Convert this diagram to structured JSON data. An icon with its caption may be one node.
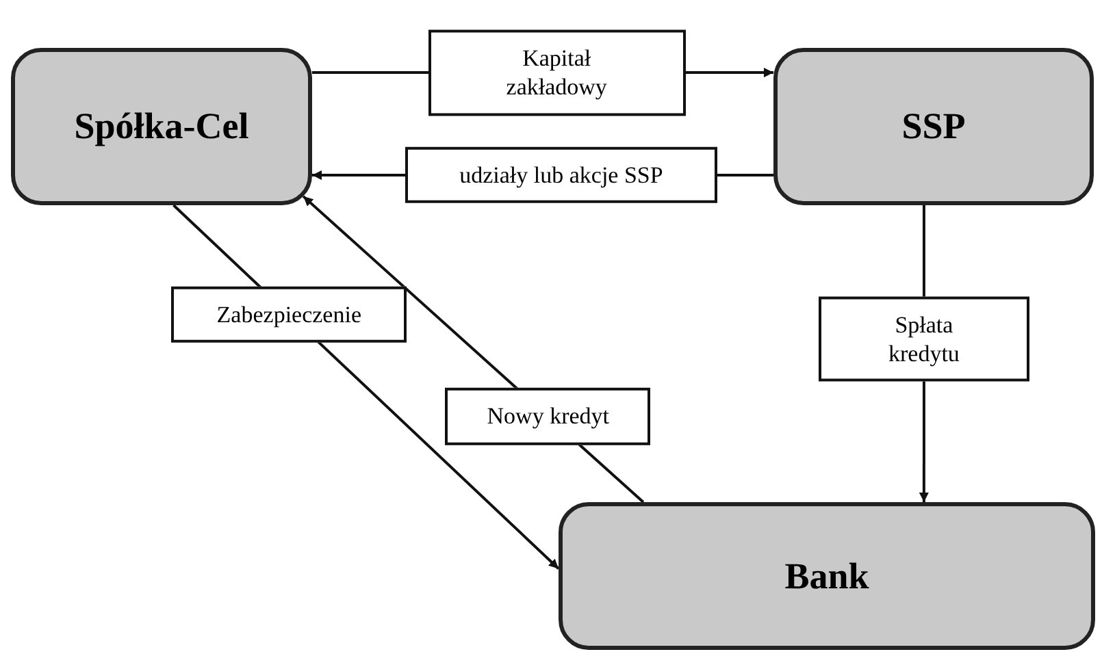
{
  "diagram": {
    "nodes": [
      {
        "text": [
          "Spółka-Cel"
        ]
      },
      {
        "text": [
          "SSP"
        ]
      },
      {
        "text": [
          "Bank"
        ]
      }
    ],
    "edges": [
      {
        "from": 0,
        "to": 1,
        "arrow": "to",
        "label": "Kapitał zakładowy"
      },
      {
        "from": 1,
        "to": 0,
        "arrow": "to",
        "label": "udziały lub akcje SSP"
      },
      {
        "from": 0,
        "to": 2,
        "arrow": "to",
        "label": "Zabezpieczenie"
      },
      {
        "from": 2,
        "to": 0,
        "arrow": "to",
        "label": "Nowy kredyt"
      },
      {
        "from": 1,
        "to": 2,
        "arrow": "to",
        "label": "Spłata kredytu"
      }
    ]
  }
}
